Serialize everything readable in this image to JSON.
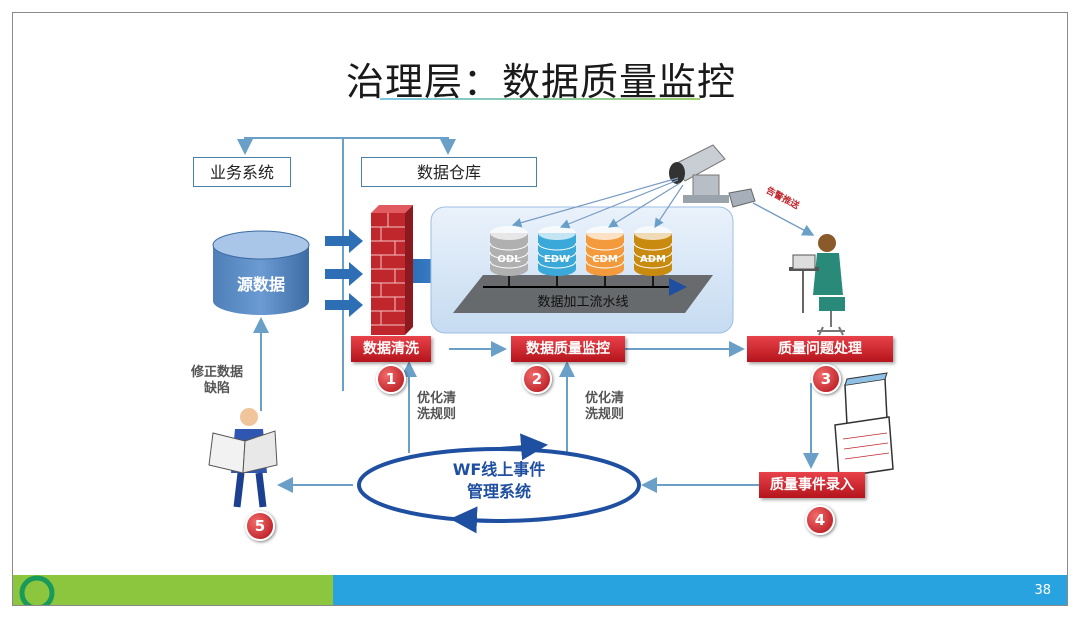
{
  "title": "治理层：数据质量监控",
  "business_system": "业务系统",
  "data_warehouse": "数据仓库",
  "source_data": "源数据",
  "pipeline": {
    "label": "数据加工流水线",
    "dbs": [
      {
        "name": "ODL",
        "color": "#b0b0b0"
      },
      {
        "name": "EDW",
        "color": "#3aa8d8"
      },
      {
        "name": "CDM",
        "color": "#f39a3c"
      },
      {
        "name": "ADM",
        "color": "#c98a10"
      }
    ]
  },
  "steps": [
    {
      "num": "1",
      "label": "数据清洗"
    },
    {
      "num": "2",
      "label": "数据质量监控"
    },
    {
      "num": "3",
      "label": "质量问题处理"
    },
    {
      "num": "4",
      "label": "质量事件录入"
    },
    {
      "num": "5",
      "label": ""
    }
  ],
  "fix_data": "修正数据\n缺陷",
  "optimize_1": "优化清\n洗规则",
  "optimize_2": "优化清\n洗规则",
  "wf_system": "WF线上事件\n管理系统",
  "camera_label": "告警推送",
  "page_number": "38",
  "colors": {
    "accent_blue": "#5b9bd5",
    "red": "#c0272d",
    "green": "#8cc63f",
    "blue_bar": "#29a3df"
  }
}
